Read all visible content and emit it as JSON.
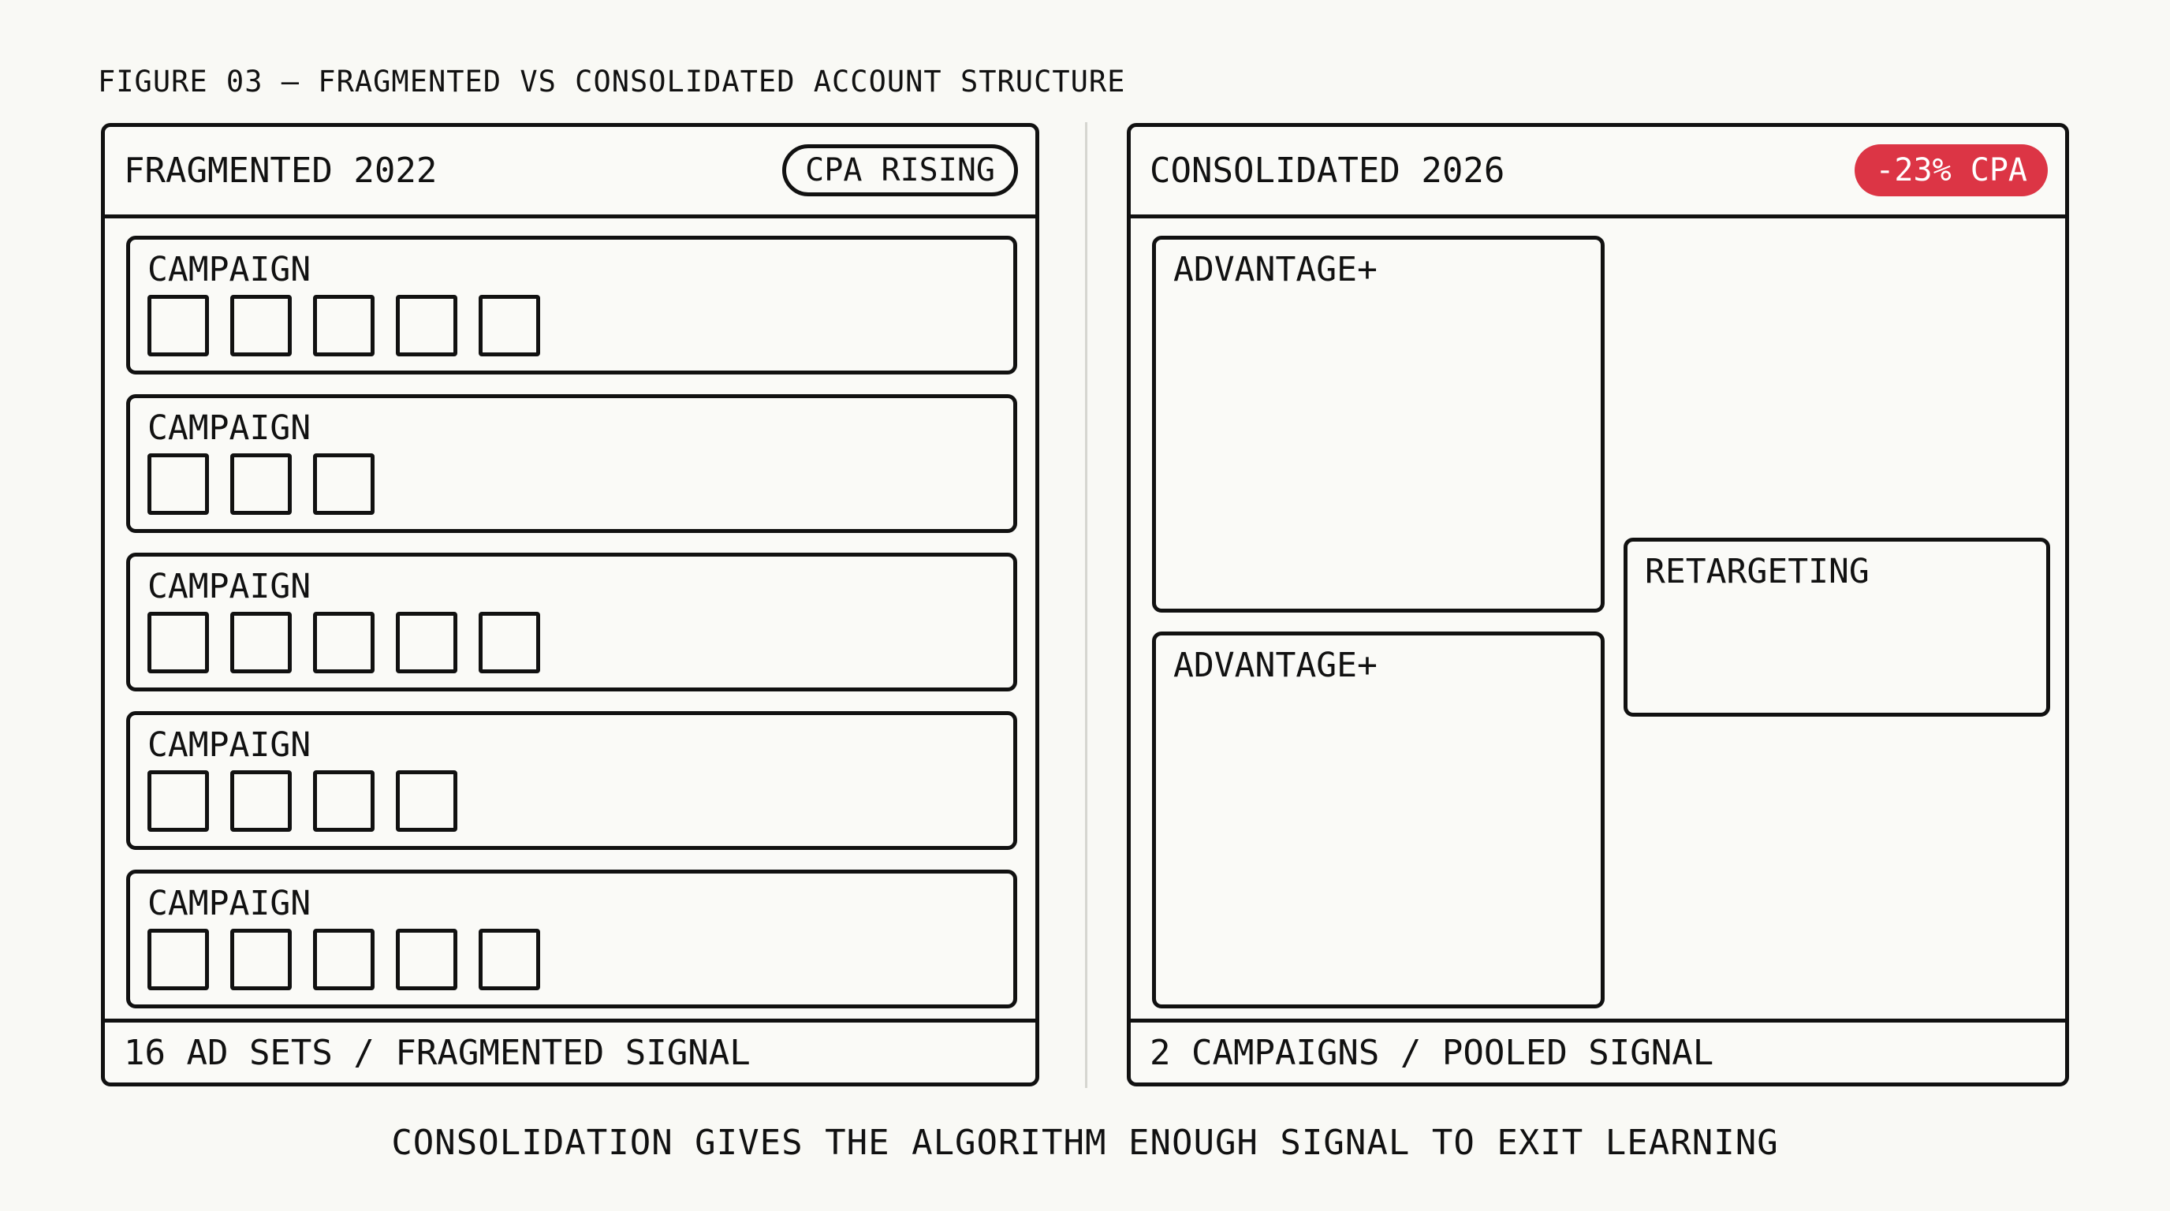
{
  "figure_caption": "FIGURE 03 — FRAGMENTED VS CONSOLIDATED ACCOUNT STRUCTURE",
  "fragmented": {
    "title": "FRAGMENTED 2022",
    "badge": "CPA RISING",
    "campaigns": [
      {
        "label": "CAMPAIGN",
        "ad_sets": 5
      },
      {
        "label": "CAMPAIGN",
        "ad_sets": 3
      },
      {
        "label": "CAMPAIGN",
        "ad_sets": 5
      },
      {
        "label": "CAMPAIGN",
        "ad_sets": 4
      },
      {
        "label": "CAMPAIGN",
        "ad_sets": 5
      }
    ],
    "footer": "16 AD SETS / FRAGMENTED SIGNAL"
  },
  "consolidated": {
    "title": "CONSOLIDATED 2026",
    "badge": "-23% CPA",
    "blocks": [
      {
        "label": "ADVANTAGE+"
      },
      {
        "label": "ADVANTAGE+"
      },
      {
        "label": "RETARGETING"
      }
    ],
    "footer": "2 CAMPAIGNS / POOLED SIGNAL"
  },
  "summary": "CONSOLIDATION GIVES THE ALGORITHM ENOUGH SIGNAL TO EXIT LEARNING",
  "colors": {
    "ink": "#111111",
    "background": "#f9f9f5",
    "accent_red": "#dc3545",
    "divider": "#d6d6d0"
  }
}
